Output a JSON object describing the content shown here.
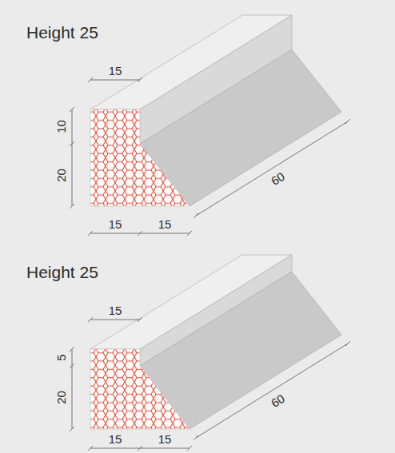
{
  "diagram": {
    "labels": [
      "Height 25",
      "15",
      "10",
      "20",
      "15",
      "15",
      "60",
      "Height 25",
      "15",
      "5",
      "20",
      "15",
      "15",
      "60"
    ]
  }
}
